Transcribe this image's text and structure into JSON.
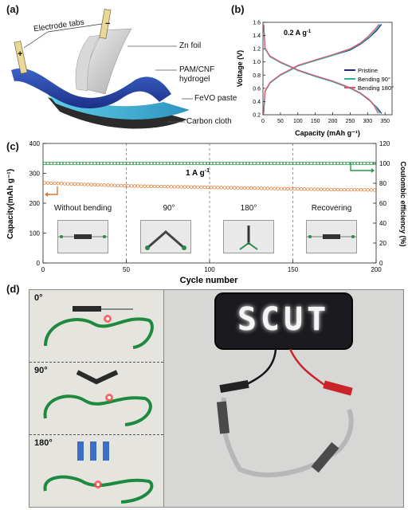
{
  "panel_labels": {
    "a": "(a)",
    "b": "(b)",
    "c": "(c)",
    "d": "(d)"
  },
  "panel_a": {
    "labels": {
      "electrode_tabs": "Electrode tabs",
      "zn_foil": "Zn foil",
      "pam_cnf_line1": "PAM/CNF",
      "pam_cnf_line2": "hydrogel",
      "fevo_paste": "FeVO paste",
      "carbon_cloth": "Carbon cloth",
      "plus": "+",
      "minus": "−"
    }
  },
  "panel_b": {
    "annotation": "0.2 A g",
    "annotation_sup": "-1",
    "chart_data": {
      "type": "line",
      "xlabel": "Capacity (mAh g⁻¹)",
      "ylabel": "Voltage (V)",
      "xlim": [
        0,
        370
      ],
      "ylim": [
        0.2,
        1.6
      ],
      "xticks": [
        "0",
        "50",
        "100",
        "150",
        "200",
        "250",
        "300",
        "350"
      ],
      "yticks": [
        "0.2",
        "0.4",
        "0.6",
        "0.8",
        "1.0",
        "1.2",
        "1.4",
        "1.6"
      ],
      "legend_position": "right",
      "series": [
        {
          "name": "Pristine",
          "color": "#1f2a8a",
          "charge": [
            [
              2,
              0.22
            ],
            [
              6,
              0.55
            ],
            [
              20,
              0.68
            ],
            [
              50,
              0.8
            ],
            [
              80,
              0.88
            ],
            [
              100,
              0.94
            ],
            [
              150,
              1.02
            ],
            [
              200,
              1.1
            ],
            [
              250,
              1.18
            ],
            [
              280,
              1.27
            ],
            [
              305,
              1.37
            ],
            [
              325,
              1.47
            ],
            [
              340,
              1.57
            ]
          ],
          "discharge": [
            [
              2,
              1.57
            ],
            [
              6,
              1.2
            ],
            [
              20,
              1.08
            ],
            [
              50,
              0.99
            ],
            [
              80,
              0.92
            ],
            [
              100,
              0.87
            ],
            [
              150,
              0.78
            ],
            [
              200,
              0.7
            ],
            [
              250,
              0.6
            ],
            [
              280,
              0.52
            ],
            [
              305,
              0.42
            ],
            [
              325,
              0.32
            ],
            [
              340,
              0.22
            ]
          ]
        },
        {
          "name": "Bending 90°",
          "color": "#2bb39a",
          "charge": [
            [
              2,
              0.22
            ],
            [
              6,
              0.55
            ],
            [
              20,
              0.68
            ],
            [
              50,
              0.8
            ],
            [
              80,
              0.88
            ],
            [
              100,
              0.94
            ],
            [
              150,
              1.02
            ],
            [
              200,
              1.1
            ],
            [
              250,
              1.19
            ],
            [
              280,
              1.28
            ],
            [
              305,
              1.38
            ],
            [
              323,
              1.48
            ],
            [
              336,
              1.57
            ]
          ],
          "discharge": [
            [
              2,
              1.57
            ],
            [
              6,
              1.2
            ],
            [
              20,
              1.08
            ],
            [
              50,
              0.99
            ],
            [
              80,
              0.92
            ],
            [
              100,
              0.87
            ],
            [
              150,
              0.78
            ],
            [
              200,
              0.7
            ],
            [
              250,
              0.6
            ],
            [
              280,
              0.52
            ],
            [
              305,
              0.43
            ],
            [
              322,
              0.33
            ],
            [
              335,
              0.22
            ]
          ]
        },
        {
          "name": "Bending 180°",
          "color": "#e3546e",
          "charge": [
            [
              2,
              0.22
            ],
            [
              6,
              0.56
            ],
            [
              20,
              0.69
            ],
            [
              50,
              0.81
            ],
            [
              80,
              0.89
            ],
            [
              100,
              0.95
            ],
            [
              150,
              1.03
            ],
            [
              200,
              1.11
            ],
            [
              250,
              1.2
            ],
            [
              280,
              1.29
            ],
            [
              302,
              1.39
            ],
            [
              320,
              1.49
            ],
            [
              332,
              1.57
            ]
          ],
          "discharge": [
            [
              2,
              1.57
            ],
            [
              6,
              1.21
            ],
            [
              20,
              1.09
            ],
            [
              50,
              1.0
            ],
            [
              80,
              0.93
            ],
            [
              100,
              0.88
            ],
            [
              150,
              0.79
            ],
            [
              200,
              0.71
            ],
            [
              250,
              0.61
            ],
            [
              280,
              0.53
            ],
            [
              302,
              0.44
            ],
            [
              318,
              0.34
            ],
            [
              330,
              0.22
            ]
          ]
        }
      ]
    }
  },
  "panel_c": {
    "annotation": "1 A g",
    "annotation_sup": "-1",
    "segment_labels": [
      "Without bending",
      "90°",
      "180°",
      "Recovering"
    ],
    "chart_data": {
      "type": "scatter",
      "xlabel": "Cycle number",
      "ylabel": "Capacity(mAh g⁻¹)",
      "y2label": "Coulombic efficiency (%)",
      "xlim": [
        0,
        200
      ],
      "ylim": [
        0,
        400
      ],
      "y2lim": [
        0,
        120
      ],
      "xticks": [
        "0",
        "50",
        "100",
        "150",
        "200"
      ],
      "yticks": [
        "0",
        "100",
        "200",
        "300",
        "400"
      ],
      "y2ticks": [
        "0",
        "20",
        "40",
        "60",
        "80",
        "100",
        "120"
      ],
      "segment_boundaries": [
        50,
        100,
        150
      ],
      "series": [
        {
          "name": "Capacity",
          "axis": "left",
          "color": "#d9742b",
          "points": [
            [
              1,
              268
            ],
            [
              10,
              266
            ],
            [
              20,
              264
            ],
            [
              30,
              262
            ],
            [
              40,
              260
            ],
            [
              50,
              258
            ],
            [
              60,
              257
            ],
            [
              70,
              256
            ],
            [
              80,
              255
            ],
            [
              90,
              254
            ],
            [
              100,
              253
            ],
            [
              110,
              252
            ],
            [
              120,
              251
            ],
            [
              130,
              250
            ],
            [
              140,
              249
            ],
            [
              150,
              248
            ],
            [
              160,
              247
            ],
            [
              170,
              246
            ],
            [
              180,
              245
            ],
            [
              190,
              245
            ],
            [
              200,
              244
            ]
          ]
        },
        {
          "name": "Coulombic efficiency",
          "axis": "right",
          "color": "#2b9a4a",
          "points": [
            [
              1,
              100
            ],
            [
              50,
              100
            ],
            [
              100,
              100
            ],
            [
              150,
              100
            ],
            [
              200,
              100
            ]
          ]
        }
      ]
    }
  },
  "panel_d": {
    "left_labels": [
      "0°",
      "90°",
      "180°"
    ],
    "sign_text": "SCUT"
  }
}
